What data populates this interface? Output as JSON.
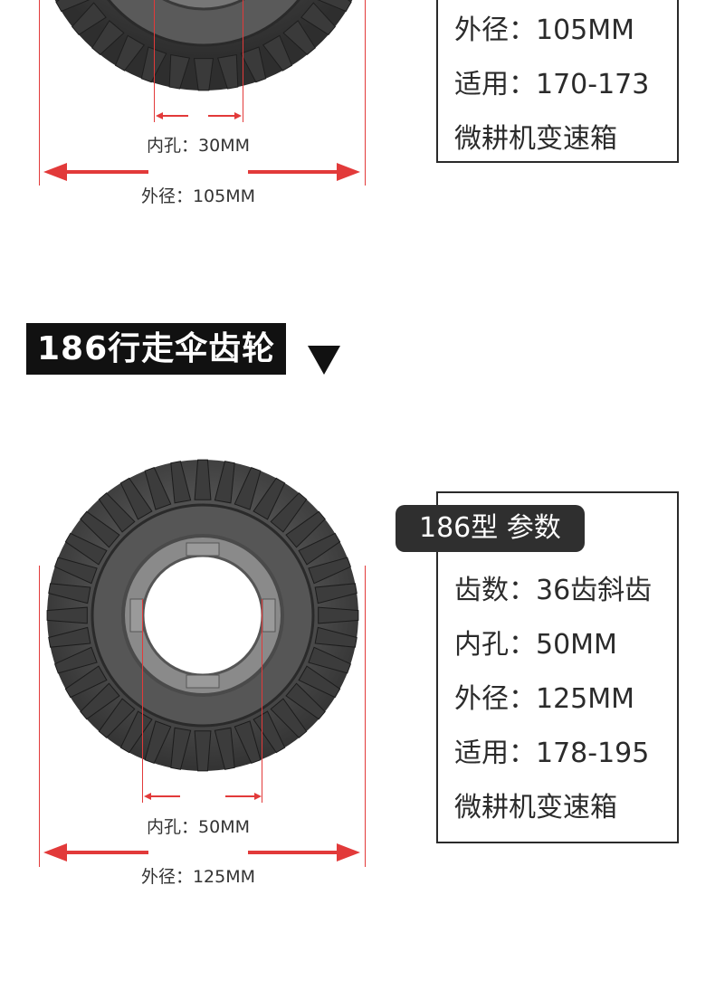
{
  "top_section": {
    "inner_label": "内孔：30MM",
    "outer_label": "外径：105MM",
    "params": [
      "外径：105MM",
      "适用：170-173",
      "微耕机变速箱"
    ]
  },
  "section_title": "186行走伞齿轮",
  "bottom_section": {
    "param_tag": "186型 参数",
    "params": [
      "齿数：36齿斜齿",
      "内孔：50MM",
      "外径：125MM",
      "适用：178-195",
      "微耕机变速箱"
    ],
    "inner_label": "内孔：50MM",
    "outer_label": "外径：125MM"
  },
  "colors": {
    "dimension_red": "#e23a3a",
    "gear_metal": "#4a4a4a",
    "box_border": "#2a2a2a"
  },
  "icons": {
    "title_marker": "down-triangle-icon"
  }
}
